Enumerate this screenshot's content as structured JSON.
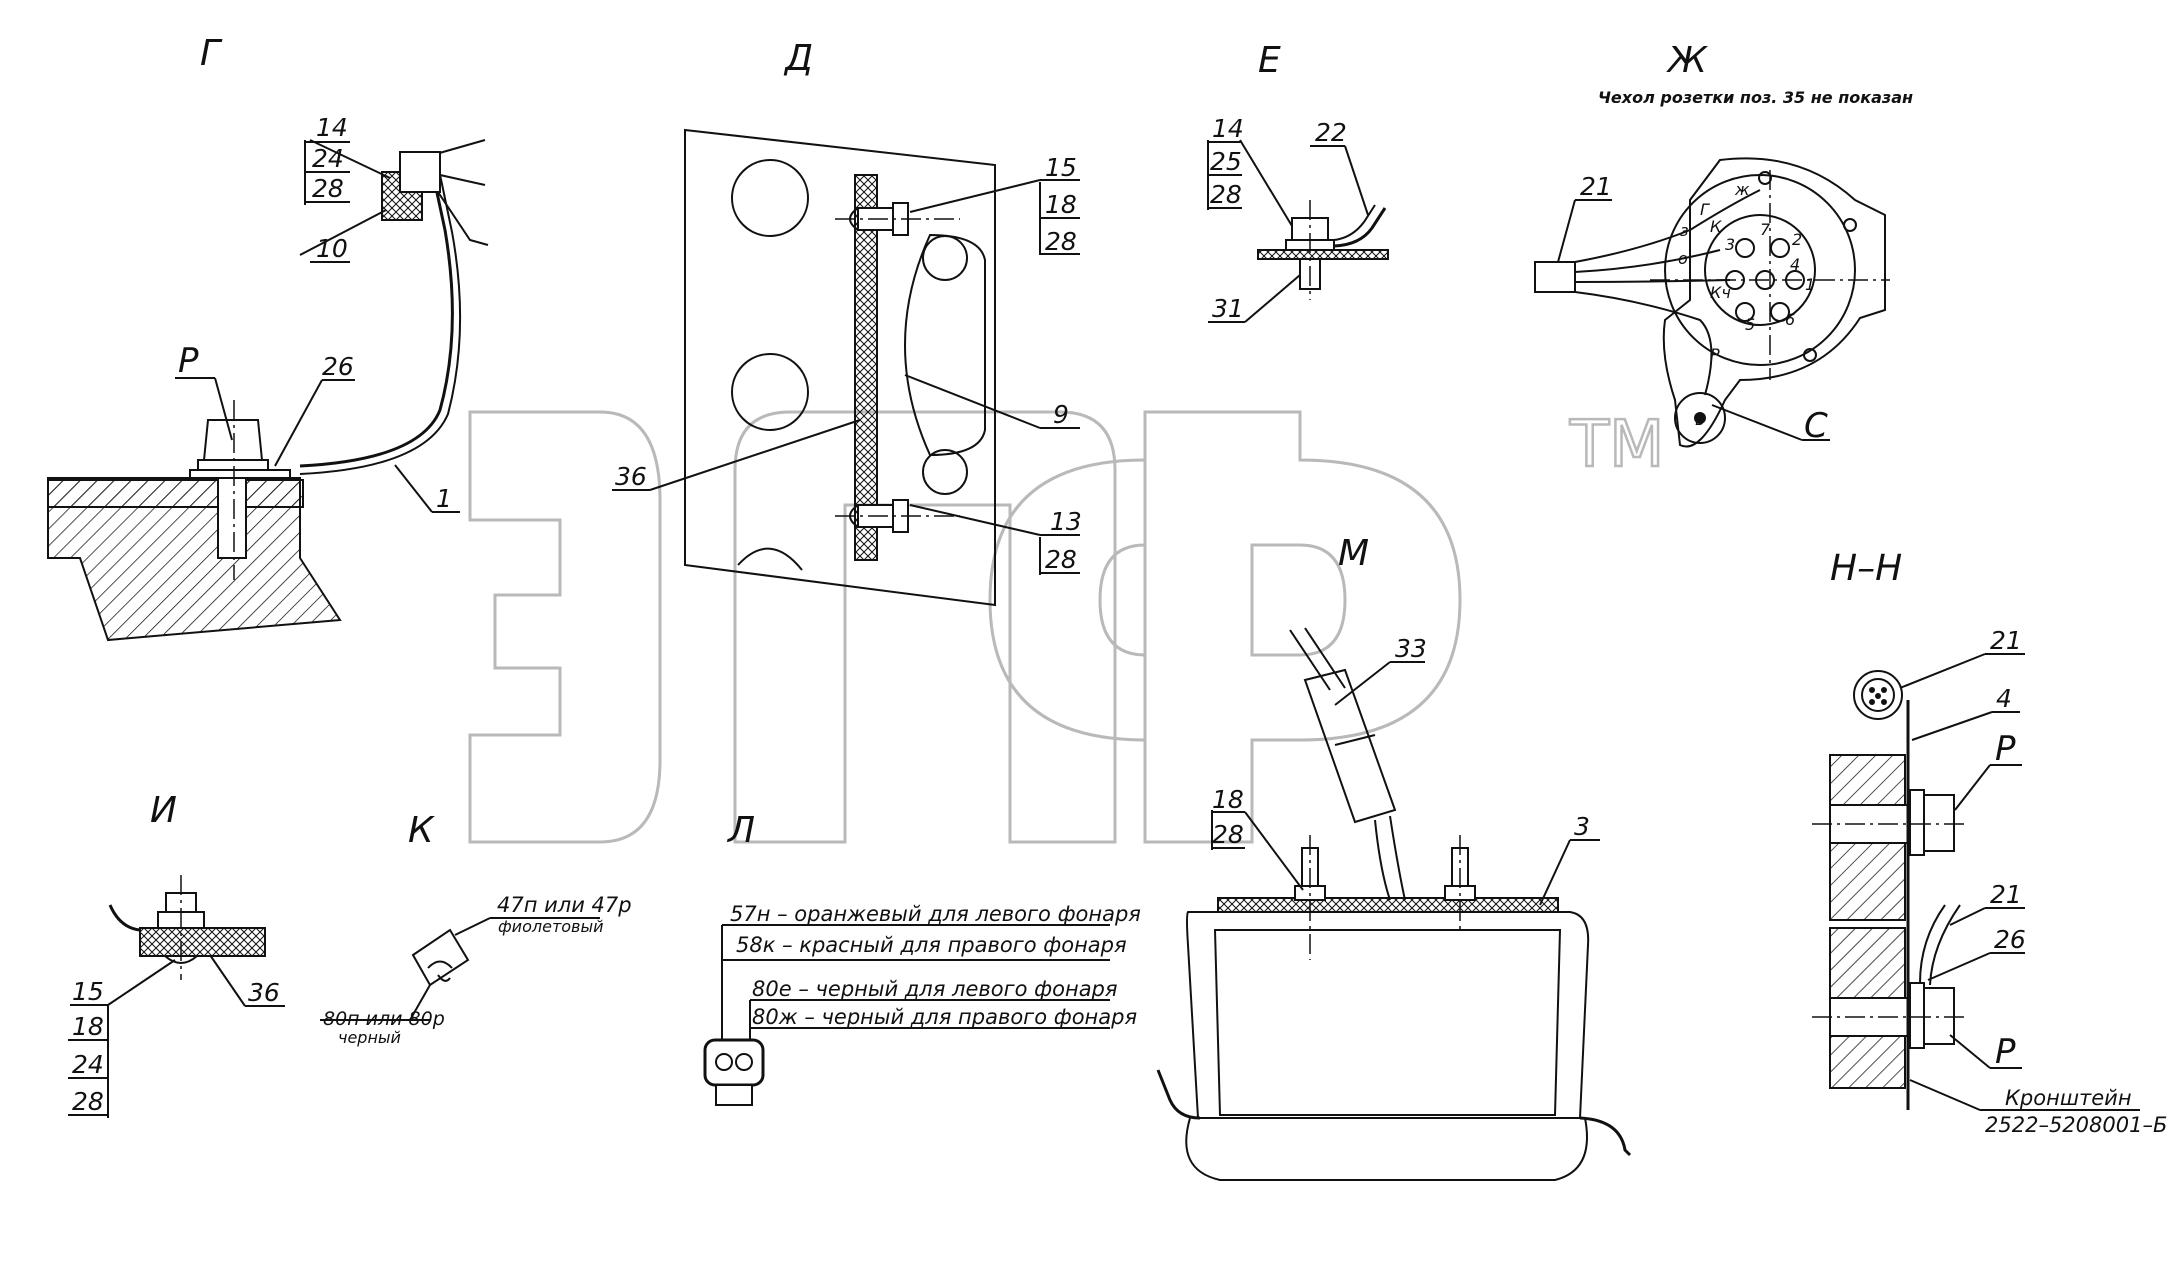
{
  "views": {
    "g": "Г",
    "d": "Д",
    "e": "Е",
    "zh": "Ж",
    "i": "И",
    "k": "К",
    "l": "Л",
    "m": "М",
    "nn": "Н–Н"
  },
  "notes": {
    "zh_note": "Чехол розетки поз. 35 не показан",
    "k_top_1": "47п или 47р",
    "k_top_2": "фиолетовый",
    "k_bot_1": "80п или 80р",
    "k_bot_2": "черный",
    "l_line_1": "57н – оранжевый для левого фонаря",
    "l_line_2": "58к – красный для правого фонаря",
    "l_line_3": "80е – черный для левого фонаря",
    "l_line_4": "80ж – черный для правого фонаря",
    "bracket_1": "Кронштейн",
    "bracket_2": "2522–5208001–Б"
  },
  "callouts": {
    "g": [
      "14",
      "24",
      "28",
      "10",
      "Р",
      "26",
      "1"
    ],
    "d": [
      "15",
      "18",
      "28",
      "9",
      "36",
      "13",
      "28"
    ],
    "e": [
      "14",
      "25",
      "28",
      "22",
      "31"
    ],
    "zh": [
      "21",
      "С"
    ],
    "i": [
      "15",
      "18",
      "24",
      "28",
      "36"
    ],
    "m": [
      "33",
      "18",
      "28",
      "3"
    ],
    "nn": [
      "21",
      "4",
      "Р",
      "21",
      "26",
      "Р"
    ]
  },
  "socket_pins": [
    "ж",
    "Г",
    "К",
    "з",
    "о",
    "7",
    "2",
    "1",
    "3",
    "5",
    "6",
    "4",
    "Кч",
    "Р",
    "в"
  ],
  "watermark": {
    "tm": "TM"
  },
  "colors": {
    "ink": "#111111",
    "watermark": "#b9b9b9",
    "background": "#ffffff"
  }
}
